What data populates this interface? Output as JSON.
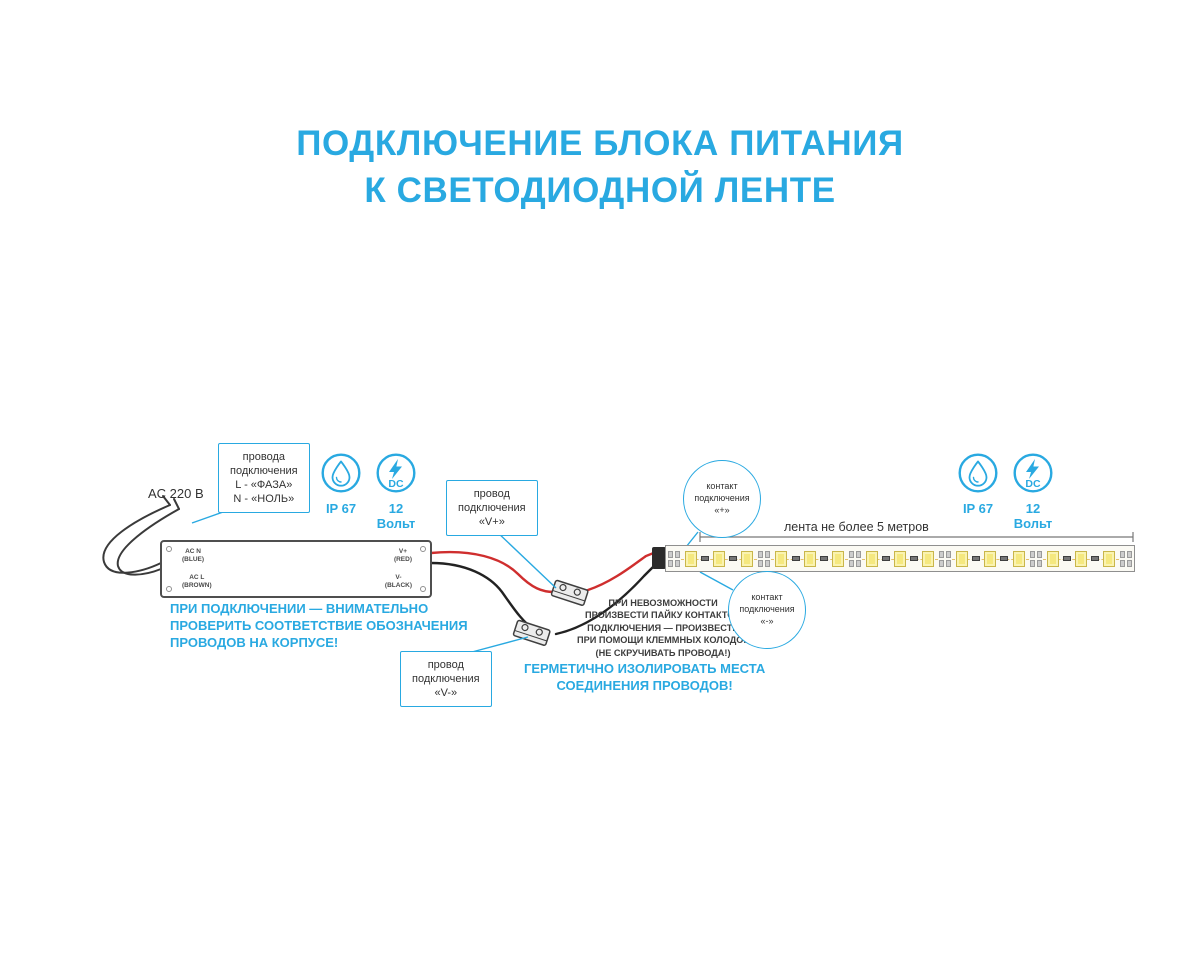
{
  "accent": "#29a9e1",
  "colors": {
    "wire_red": "#cf2e2e",
    "wire_black": "#222222"
  },
  "title": {
    "line1": "ПОДКЛЮЧЕНИЕ БЛОКА ПИТАНИЯ",
    "line2": "К СВЕТОДИОДНОЙ ЛЕНТЕ"
  },
  "left": {
    "ac_label": "AC 220 В",
    "wires_callout": "провода\nподключения\nL - «ФАЗА»\nN - «НОЛЬ»",
    "warning": "ПРИ ПОДКЛЮЧЕНИИ — ВНИМАТЕЛЬНО\nПРОВЕРИТЬ СООТВЕТСТВИЕ ОБОЗНАЧЕНИЯ\nПРОВОДОВ НА КОРПУСЕ!"
  },
  "icons": {
    "ip67_label": "IP 67",
    "voltage_label": "12\nВольт",
    "dc_text": "DC"
  },
  "psu": {
    "acn": "AC N\n(BLUE)",
    "acl": "AC L\n(BROWN)",
    "vplus": "V+\n(RED)",
    "vminus": "V-\n(BLACK)"
  },
  "middle": {
    "vplus_callout": "провод\nподключения\n«V+»",
    "vminus_callout": "провод\nподключения\n«V-»",
    "note": "ПРИ НЕВОЗМОЖНОСТИ\nПРОИЗВЕСТИ ПАЙКУ КОНТАКТОВ\nПОДКЛЮЧЕНИЯ — ПРОИЗВЕСТИ\nПРИ ПОМОЩИ КЛЕММНЫХ КОЛОДОК\n(НЕ СКРУЧИВАТЬ ПРОВОДА!)",
    "seal_note": "ГЕРМЕТИЧНО ИЗОЛИРОВАТЬ МЕСТА\nСОЕДИНЕНИЯ ПРОВОДОВ!"
  },
  "strip": {
    "label": "лента не более 5 метров",
    "plus_callout": "контакт\nподключения\n«+»",
    "minus_callout": "контакт\nподключения\n«-»",
    "segments": 5,
    "leds_per_segment": 3
  }
}
